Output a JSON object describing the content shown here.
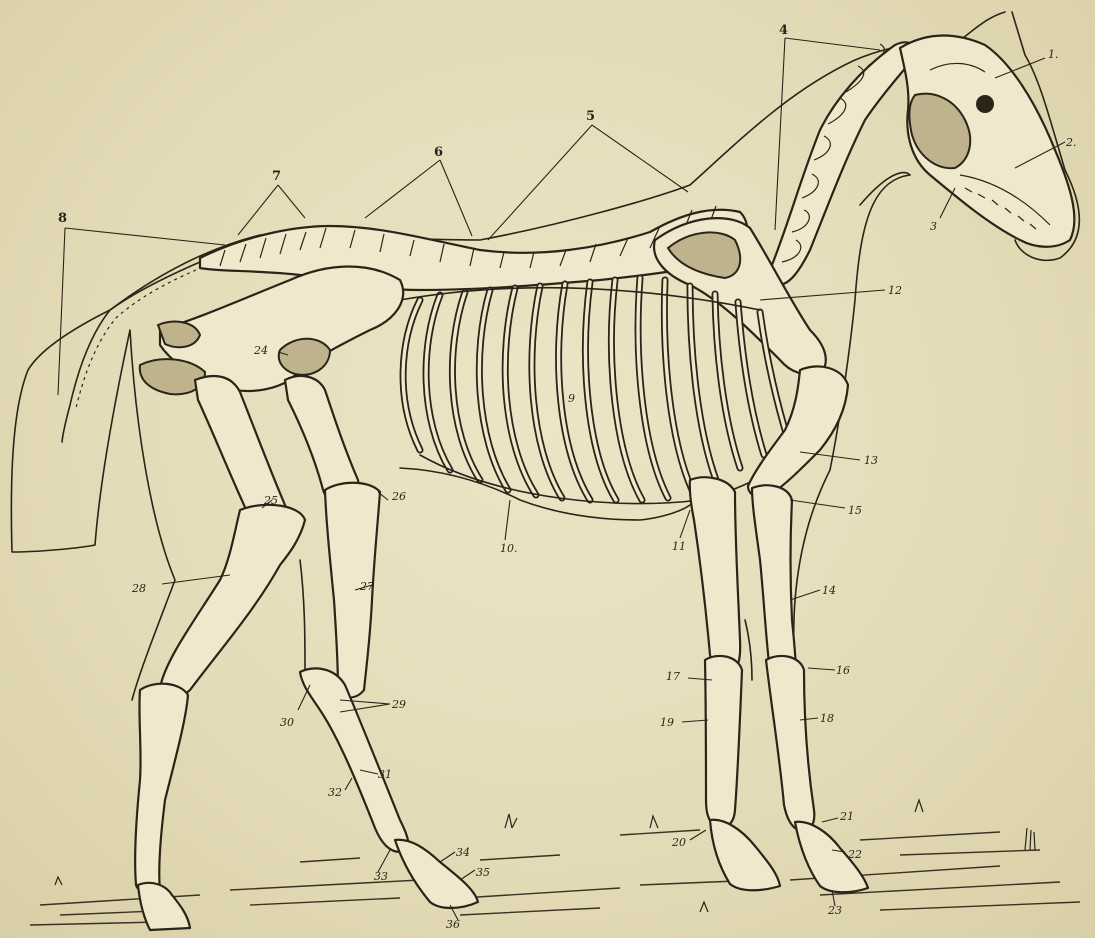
{
  "figure": {
    "labels": [
      {
        "id": "1",
        "text": "1."
      },
      {
        "id": "2",
        "text": "2."
      },
      {
        "id": "3",
        "text": "3"
      },
      {
        "id": "4",
        "text": "4"
      },
      {
        "id": "5",
        "text": "5"
      },
      {
        "id": "6",
        "text": "6"
      },
      {
        "id": "7",
        "text": "7"
      },
      {
        "id": "8",
        "text": "8"
      },
      {
        "id": "9",
        "text": "9"
      },
      {
        "id": "10",
        "text": "10."
      },
      {
        "id": "11",
        "text": "11"
      },
      {
        "id": "12",
        "text": "12"
      },
      {
        "id": "13",
        "text": "13"
      },
      {
        "id": "14",
        "text": "14"
      },
      {
        "id": "15",
        "text": "15"
      },
      {
        "id": "16",
        "text": "16"
      },
      {
        "id": "17",
        "text": "17"
      },
      {
        "id": "18",
        "text": "18"
      },
      {
        "id": "19",
        "text": "19"
      },
      {
        "id": "20",
        "text": "20"
      },
      {
        "id": "21",
        "text": "21"
      },
      {
        "id": "22",
        "text": "22"
      },
      {
        "id": "23",
        "text": "23"
      },
      {
        "id": "24",
        "text": "24"
      },
      {
        "id": "25",
        "text": "25"
      },
      {
        "id": "26",
        "text": "26"
      },
      {
        "id": "27",
        "text": "27"
      },
      {
        "id": "28",
        "text": "28"
      },
      {
        "id": "29",
        "text": "29"
      },
      {
        "id": "30",
        "text": "30"
      },
      {
        "id": "31",
        "text": "31"
      },
      {
        "id": "32",
        "text": "32"
      },
      {
        "id": "33",
        "text": "33"
      },
      {
        "id": "34",
        "text": "34"
      },
      {
        "id": "35",
        "text": "35"
      },
      {
        "id": "36",
        "text": "36"
      }
    ]
  }
}
